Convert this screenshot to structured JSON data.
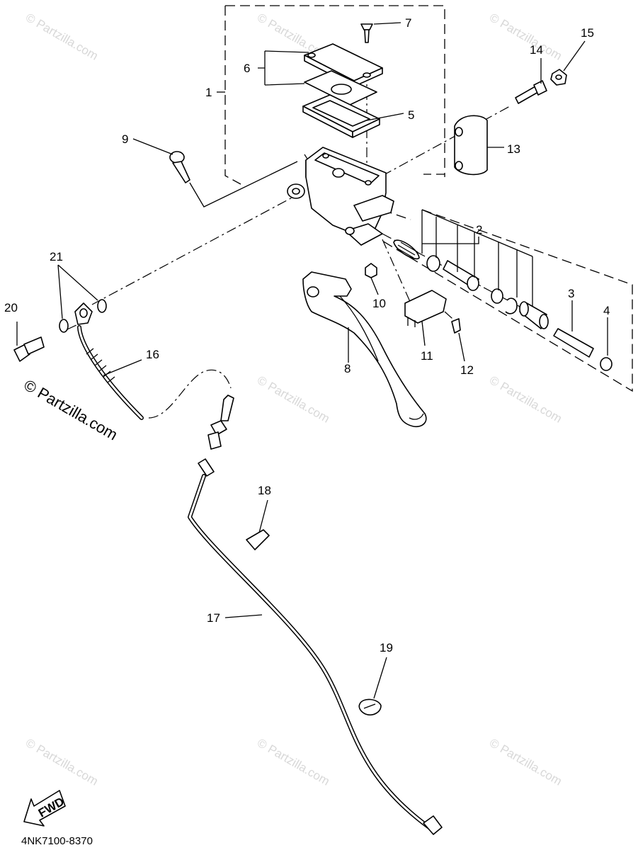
{
  "diagram_code": "4NK7100-8370",
  "watermark_text": "© Partzilla.com",
  "fwd_label": "FWD",
  "callouts": [
    {
      "id": "1",
      "label": "1"
    },
    {
      "id": "2",
      "label": "2"
    },
    {
      "id": "3",
      "label": "3"
    },
    {
      "id": "4",
      "label": "4"
    },
    {
      "id": "5",
      "label": "5"
    },
    {
      "id": "6",
      "label": "6"
    },
    {
      "id": "7",
      "label": "7"
    },
    {
      "id": "8",
      "label": "8"
    },
    {
      "id": "9",
      "label": "9"
    },
    {
      "id": "10",
      "label": "10"
    },
    {
      "id": "11",
      "label": "11"
    },
    {
      "id": "12",
      "label": "12"
    },
    {
      "id": "13",
      "label": "13"
    },
    {
      "id": "14",
      "label": "14"
    },
    {
      "id": "15",
      "label": "15"
    },
    {
      "id": "16",
      "label": "16"
    },
    {
      "id": "17",
      "label": "17"
    },
    {
      "id": "18",
      "label": "18"
    },
    {
      "id": "19",
      "label": "19"
    },
    {
      "id": "20",
      "label": "20"
    },
    {
      "id": "21",
      "label": "21"
    }
  ]
}
